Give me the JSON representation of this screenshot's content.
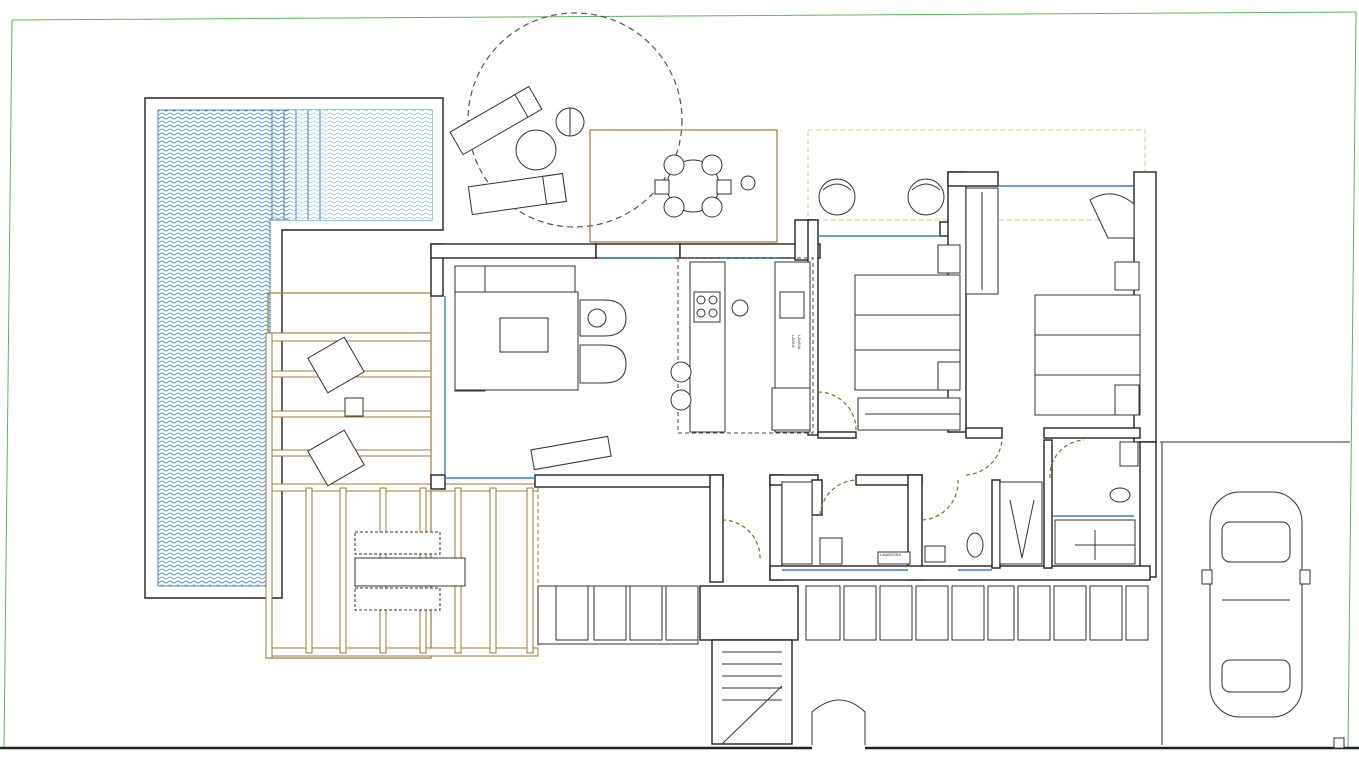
{
  "colors": {
    "water": "#6fa8dc",
    "water_light": "#cfe2f3",
    "wall": "#222222",
    "wood": "#a07a3a",
    "glass": "#3b7bd4",
    "lot_line": "#5cb85c"
  },
  "labels": {
    "laundry_1": "LAVAN",
    "laundry_2": "LAVAVA",
    "washer": "LAVADORA"
  }
}
